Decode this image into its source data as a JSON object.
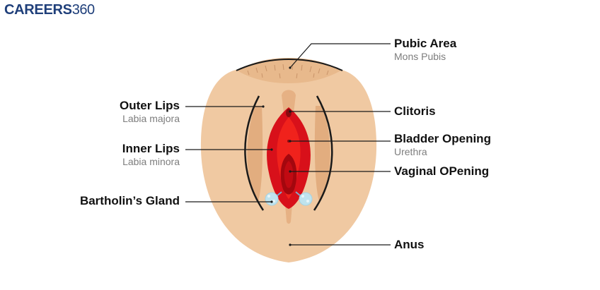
{
  "logo": {
    "bold": "CAREERS",
    "num": "360"
  },
  "labels": {
    "pubic_area": {
      "title": "Pubic Area",
      "sub": "Mons Pubis"
    },
    "clitoris": {
      "title": "Clitoris"
    },
    "bladder_opening": {
      "title": "Bladder Opening",
      "sub": "Urethra"
    },
    "vaginal_opening": {
      "title": "Vaginal OPening"
    },
    "anus": {
      "title": "Anus"
    },
    "outer_lips": {
      "title": "Outer Lips",
      "sub": "Labia majora"
    },
    "inner_lips": {
      "title": "Inner Lips",
      "sub": "Labia minora"
    },
    "bartholins_gland": {
      "title": "Bartholin’s Gland"
    }
  },
  "colors": {
    "skin": "#f0c9a2",
    "skin_shadow": "#e2ad7f",
    "inner_red": "#e3121b",
    "inner_dark": "#a3070e",
    "gland": "#bfe3ee",
    "line": "#1a1a1a"
  }
}
